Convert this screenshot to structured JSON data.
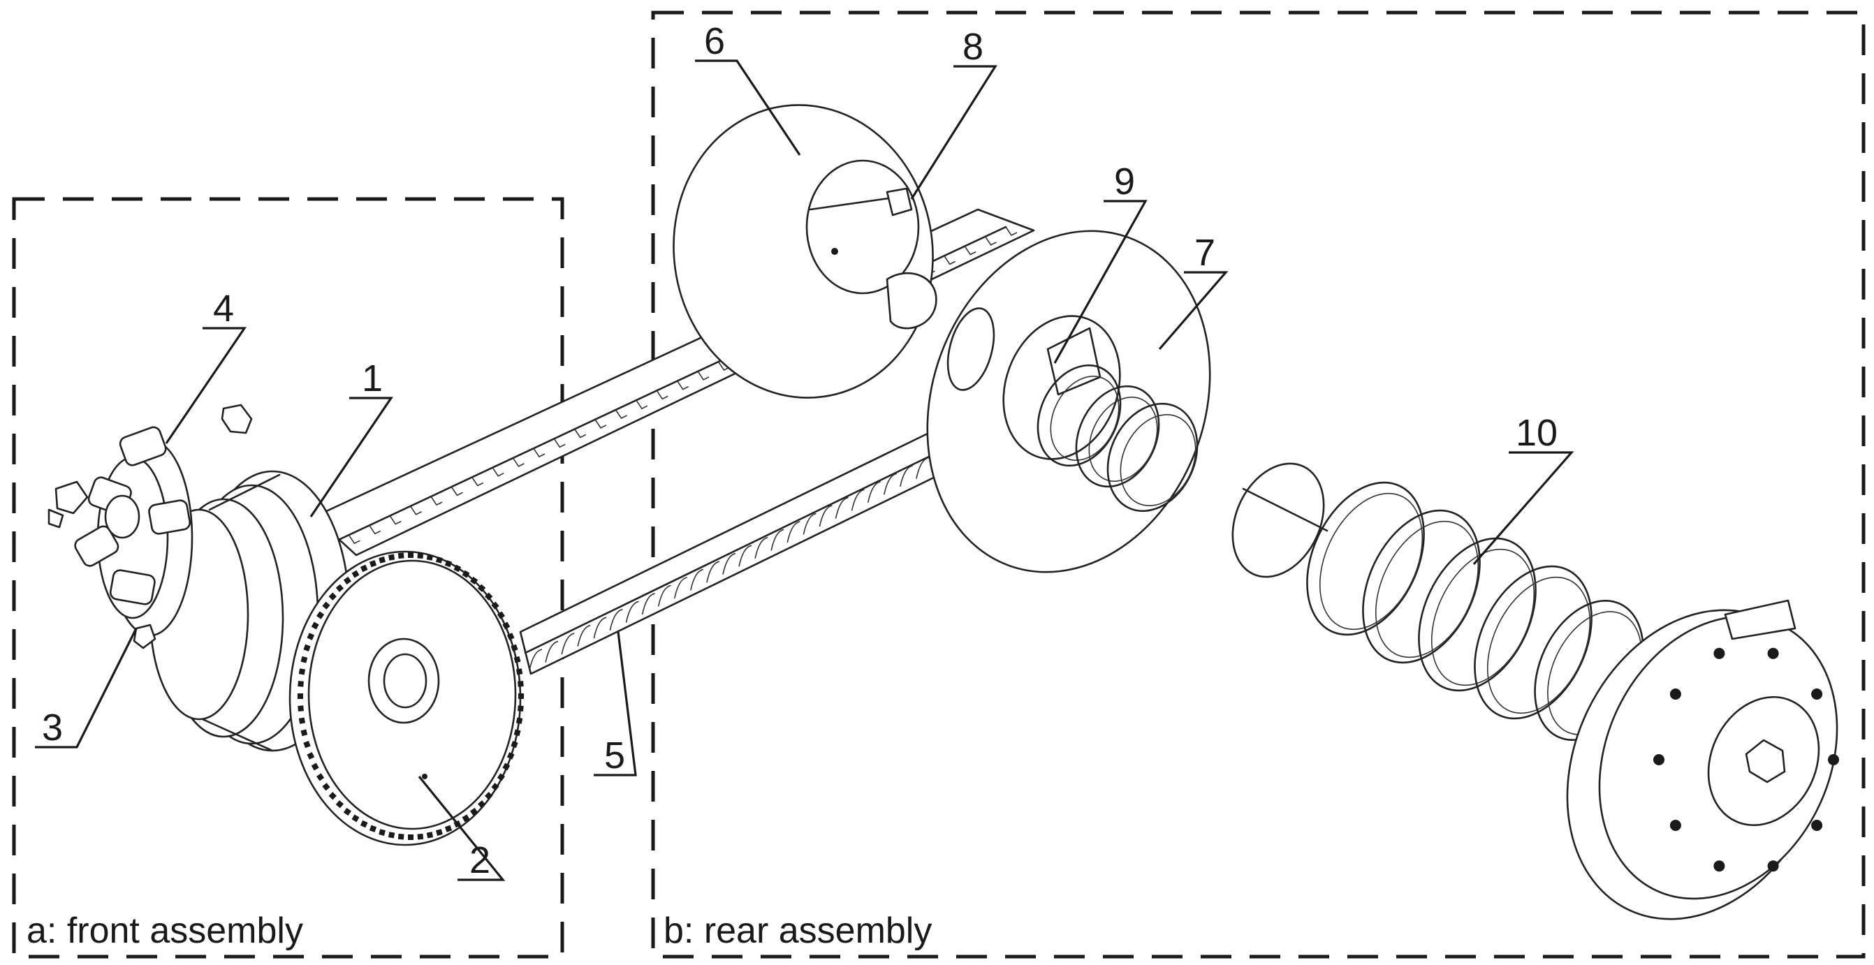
{
  "labels": {
    "front_assembly": "a: front assembly",
    "rear_assembly": "b: rear assembly"
  },
  "callouts": [
    "1",
    "2",
    "3",
    "4",
    "5",
    "6",
    "7",
    "8",
    "9",
    "10"
  ]
}
